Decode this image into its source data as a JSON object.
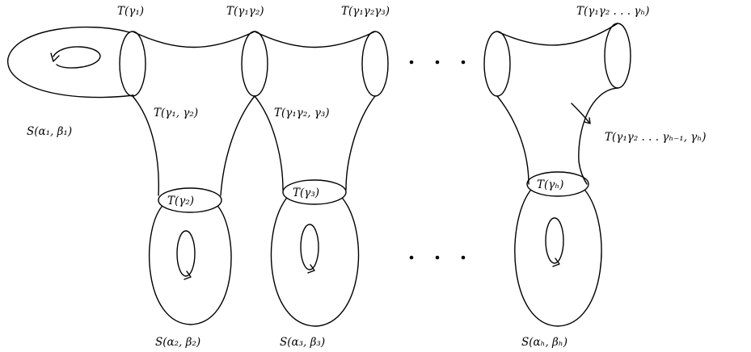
{
  "labels": {
    "t_g1": "T(γ₁)",
    "t_g1g2": "T(γ₁γ₂)",
    "t_g1g2g3": "T(γ₁γ₂γ₃)",
    "t_g1g2_gh": "T(γ₁γ₂ . . . γₕ)",
    "t_g1_g2": "T(γ₁, γ₂)",
    "t_g1g2_g3": "T(γ₁γ₂, γ₃)",
    "t_long": "T(γ₁γ₂ . . . γₕ₋₁, γₕ)",
    "t_g2": "T(γ₂)",
    "t_g3": "T(γ₃)",
    "t_gh": "T(γₕ)",
    "s1": "S(α₁, β₁)",
    "s2": "S(α₂, β₂)",
    "s3": "S(α₃, β₃)",
    "sh": "S(αₕ, βₕ)"
  }
}
